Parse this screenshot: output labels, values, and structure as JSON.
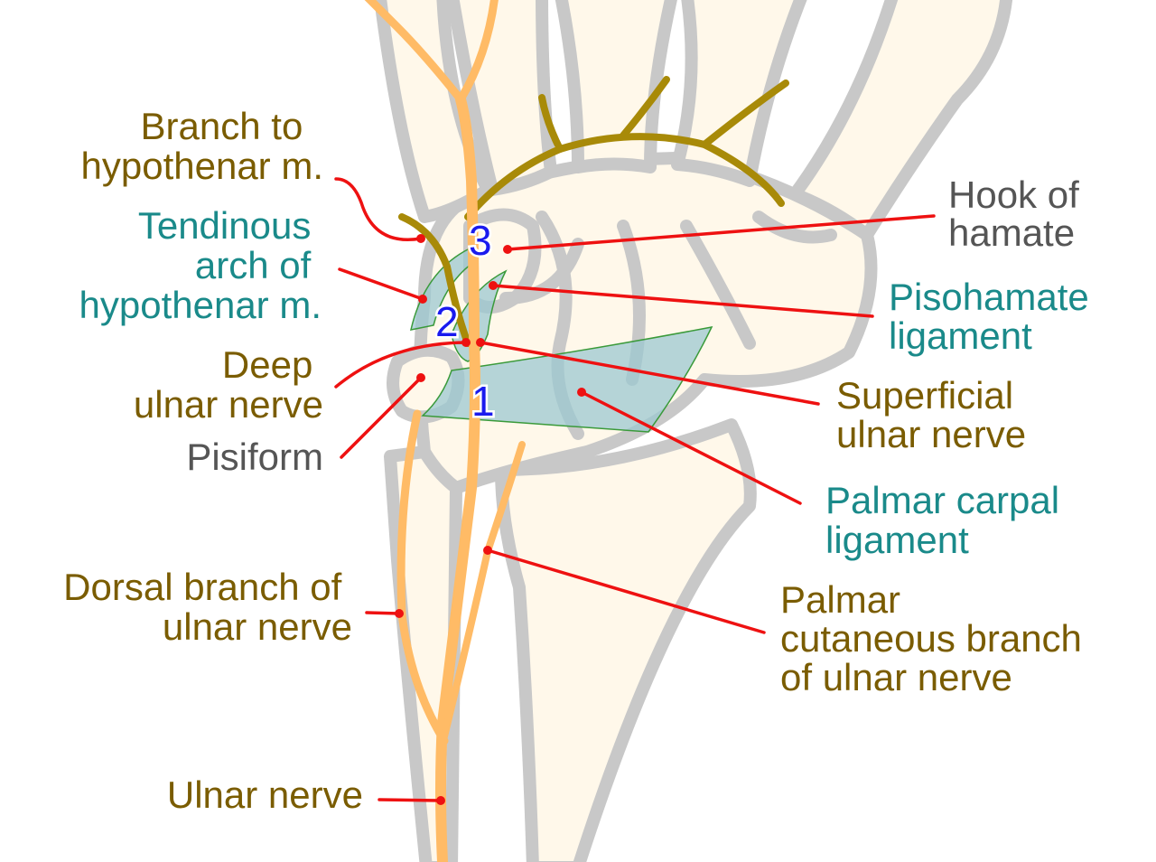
{
  "colors": {
    "nerve_label": "#7a5c00",
    "ligament_label": "#1a8a8a",
    "bone_label": "#555555",
    "leader": "#ee1111",
    "number": "#1a1aee",
    "nerve": "#ffbb66",
    "deep_nerve": "#a88a08",
    "bone_outline": "#c8c8c8",
    "ligament_fill": "#9cc8d0"
  },
  "labels": {
    "branch_hypothenar": [
      "Branch to",
      "hypothenar m."
    ],
    "tendinous_arch": [
      "Tendinous",
      "arch of",
      "hypothenar m."
    ],
    "deep_ulnar": [
      "Deep",
      "ulnar nerve"
    ],
    "pisiform": [
      "Pisiform"
    ],
    "dorsal_branch": [
      "Dorsal branch of",
      "ulnar nerve"
    ],
    "ulnar_nerve": [
      "Ulnar nerve"
    ],
    "hook_hamate": [
      "Hook of",
      "hamate"
    ],
    "pisohamate": [
      "Pisohamate",
      "ligament"
    ],
    "superficial_ulnar": [
      "Superficial",
      "ulnar nerve"
    ],
    "palmar_carpal": [
      "Palmar carpal",
      "ligament"
    ],
    "palmar_cutaneous": [
      "Palmar",
      "cutaneous branch",
      "of ulnar nerve"
    ]
  },
  "zones": [
    "1",
    "2",
    "3"
  ]
}
